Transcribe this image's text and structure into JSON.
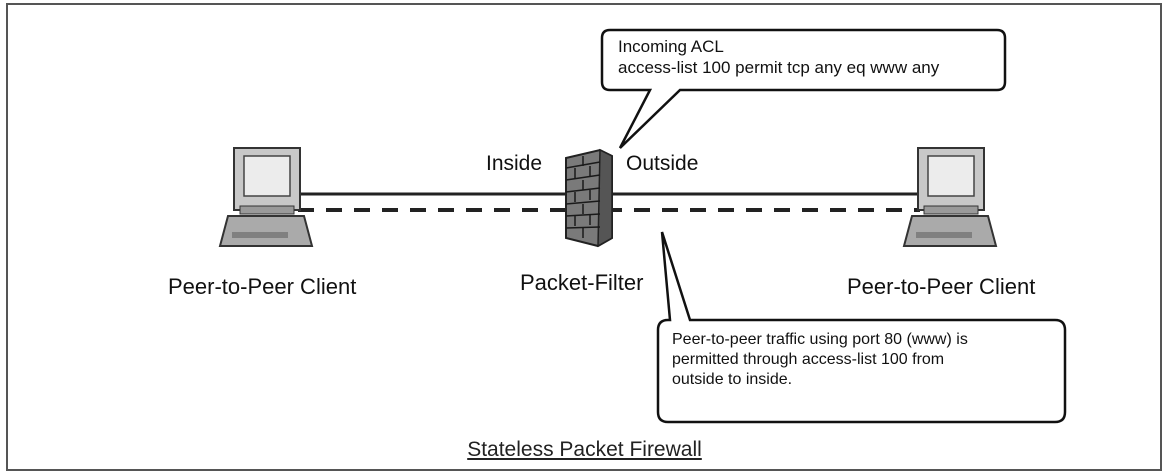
{
  "diagram": {
    "caption": "Stateless Packet Firewall",
    "left_client": {
      "label": "Peer-to-Peer Client",
      "icon": "computer-icon"
    },
    "right_client": {
      "label": "Peer-to-Peer Client",
      "icon": "computer-icon"
    },
    "firewall": {
      "label": "Packet-Filter",
      "icon": "firewall-icon"
    },
    "inside_label": "Inside",
    "outside_label": "Outside",
    "acl_callout": {
      "line1": "Incoming ACL",
      "line2": "access-list 100 permit tcp any eq www any"
    },
    "traffic_callout": {
      "line1": "Peer-to-peer traffic using port 80 (www) is",
      "line2": "permitted through access-list 100 from",
      "line3": "outside to inside."
    }
  }
}
